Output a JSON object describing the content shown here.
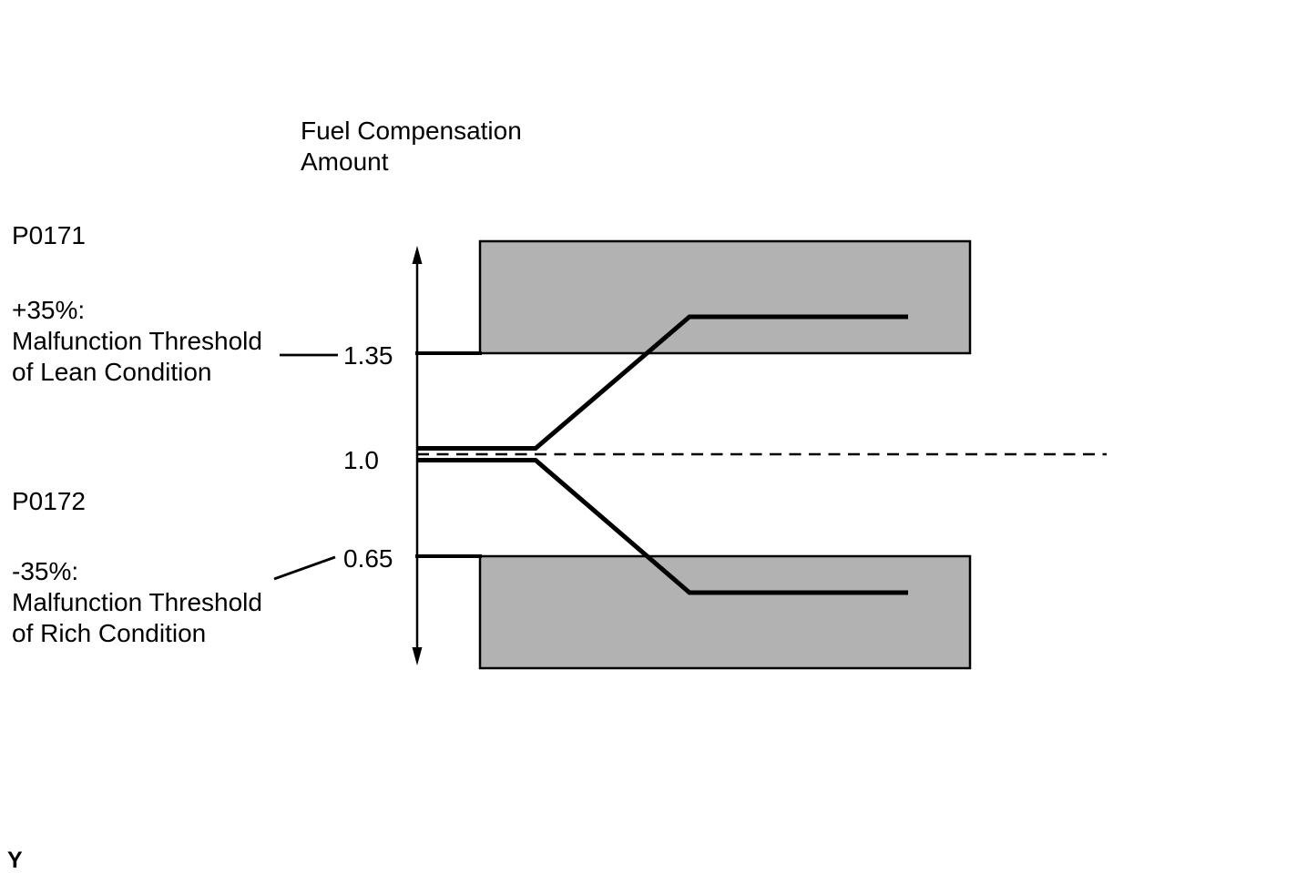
{
  "colors": {
    "background": "#ffffff",
    "ink": "#000000",
    "shade": "#b2b2b2"
  },
  "title": {
    "lines": [
      "Fuel Compensation",
      "Amount"
    ]
  },
  "axis_values": {
    "lean_threshold": "1.35",
    "nominal": "1.0",
    "rich_threshold": "0.65"
  },
  "dtc_lean": {
    "code": "P0171",
    "threshold_lines": [
      "+35%:",
      "Malfunction Threshold",
      "of Lean Condition"
    ]
  },
  "dtc_rich": {
    "code": "P0172",
    "threshold_lines": [
      "-35%:",
      "Malfunction Threshold",
      "of Rich Condition"
    ]
  },
  "footer_mark": "Y"
}
